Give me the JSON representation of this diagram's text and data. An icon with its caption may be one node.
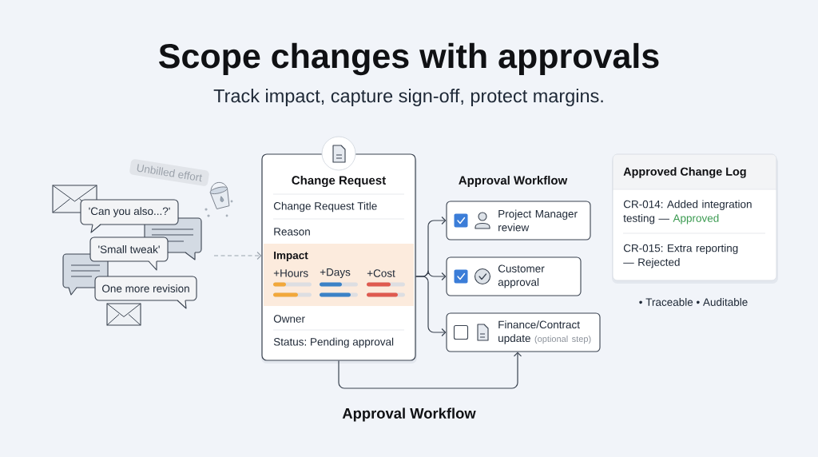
{
  "diagram": {
    "title": "Scope changes with approvals",
    "nodes": [
      {
        "text": [
          "Unbilled effort"
        ]
      },
      {
        "text": [
          "'Can you also...?'"
        ]
      },
      {
        "text": [
          "'Small tweak'"
        ]
      },
      {
        "text": [
          "One more revision"
        ]
      },
      {
        "text": [
          "Change Request",
          "Change Request Title",
          "Reason",
          "Owner",
          "Status: Pending approval"
        ]
      },
      {
        "text": [
          "Impact",
          "+Hours",
          "+Days",
          "+Cost"
        ],
        "in": 4
      },
      {
        "text": [
          "Project Manager review"
        ]
      },
      {
        "text": [
          "Customer approval"
        ]
      },
      {
        "text": [
          "Finance/Contract update",
          "(optional step)"
        ]
      },
      {
        "text": [
          "Approved Change Log",
          "CR-014: Added integration testing —",
          "Approved",
          "CR-015: Extra reporting — Rejected"
        ]
      }
    ],
    "edges": [
      {
        "from": null,
        "to": 4,
        "arrow": "to",
        "style": "dashed",
        "color": "#9aa3ad"
      },
      {
        "from": 4,
        "to": 6,
        "arrow": "to"
      },
      {
        "from": 4,
        "to": 7,
        "arrow": "to"
      },
      {
        "from": 4,
        "to": 8,
        "arrow": "to"
      },
      {
        "from": 4,
        "to": 8,
        "arrow": "to"
      }
    ],
    "labels": [
      "Track impact, capture sign-off, protect margins.",
      "Approval Workflow",
      "• Traceable • Auditable",
      "Approval Workflow"
    ]
  }
}
